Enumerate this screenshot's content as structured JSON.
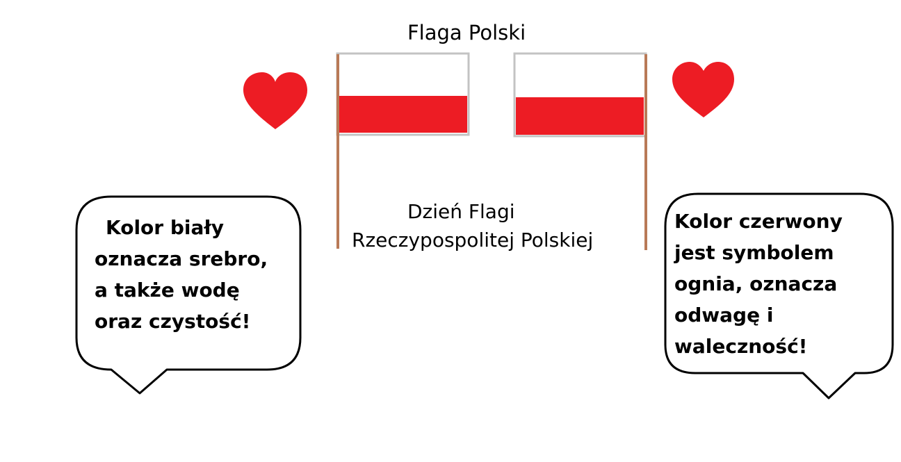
{
  "title": "Flaga Polski",
  "subtitle": {
    "line1": "Dzień Flagi",
    "line2": "Rzeczypospolitej Polskiej"
  },
  "bubble_left": {
    "lines": [
      "Kolor biały",
      "oznacza srebro,",
      "a także wodę",
      "oraz czystość!"
    ]
  },
  "bubble_right": {
    "lines": [
      "Kolor czerwony",
      "jest symbolem",
      "ognia, oznacza",
      "odwagę i",
      "waleczność!"
    ]
  },
  "colors": {
    "flag_red": "#ed1c24",
    "heart_red": "#ed1c24",
    "flag_border": "#c3c3c3",
    "pole": "#b97a57",
    "outline": "#000000"
  },
  "icons": [
    "heart-icon",
    "heart-icon"
  ]
}
